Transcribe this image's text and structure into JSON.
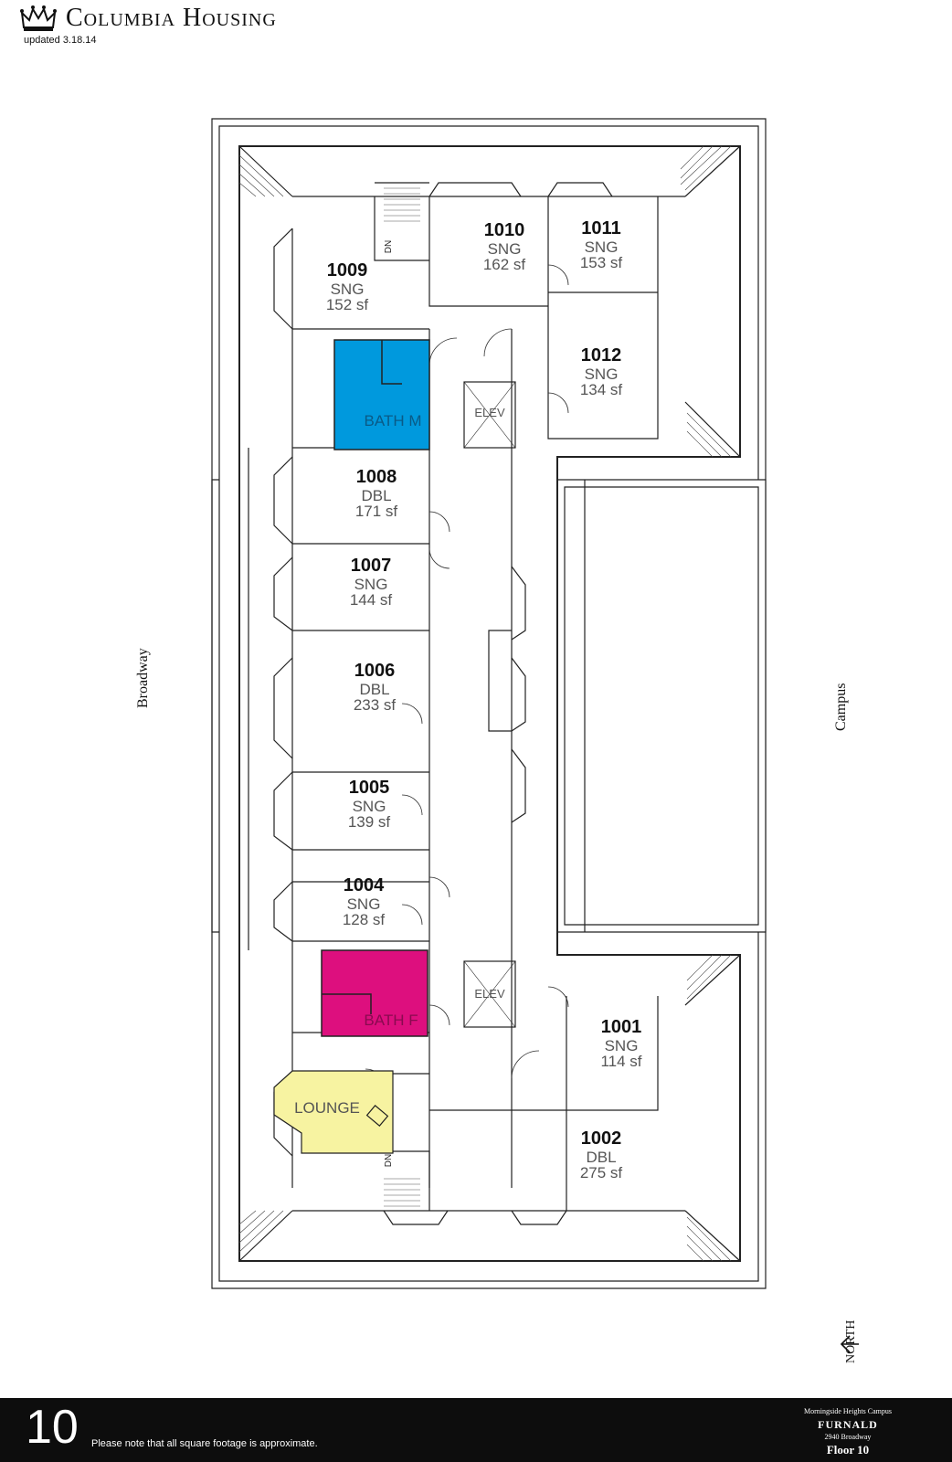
{
  "header": {
    "title": "Columbia Housing",
    "updated": "updated 3.18.14"
  },
  "streets": {
    "west": "Broadway",
    "east": "Campus"
  },
  "compass": {
    "label": "NORTH"
  },
  "labels": {
    "elev": "ELEV",
    "stair": "DN"
  },
  "rooms": [
    {
      "number": "1009",
      "type": "SNG",
      "area": "152 sf"
    },
    {
      "number": "1010",
      "type": "SNG",
      "area": "162 sf"
    },
    {
      "number": "1011",
      "type": "SNG",
      "area": "153 sf"
    },
    {
      "number": "1012",
      "type": "SNG",
      "area": "134 sf"
    },
    {
      "number": "1008",
      "type": "DBL",
      "area": "171 sf"
    },
    {
      "number": "1007",
      "type": "SNG",
      "area": "144 sf"
    },
    {
      "number": "1006",
      "type": "DBL",
      "area": "233 sf"
    },
    {
      "number": "1005",
      "type": "SNG",
      "area": "139 sf"
    },
    {
      "number": "1004",
      "type": "SNG",
      "area": "128 sf"
    },
    {
      "number": "1001",
      "type": "SNG",
      "area": "114 sf"
    },
    {
      "number": "1002",
      "type": "DBL",
      "area": "275 sf"
    }
  ],
  "special_rooms": [
    {
      "label": "BATH M",
      "color": "#0099dd"
    },
    {
      "label": "BATH F",
      "color": "#dd0f7e"
    },
    {
      "label": "LOUNGE",
      "color": "#f7f3a1"
    }
  ],
  "footer": {
    "floor_number": "10",
    "note": "Please note that all square footage is approximate.",
    "campus": "Morningside Heights Campus",
    "building": "FURNALD",
    "address": "2940 Broadway",
    "floor": "Floor 10"
  }
}
